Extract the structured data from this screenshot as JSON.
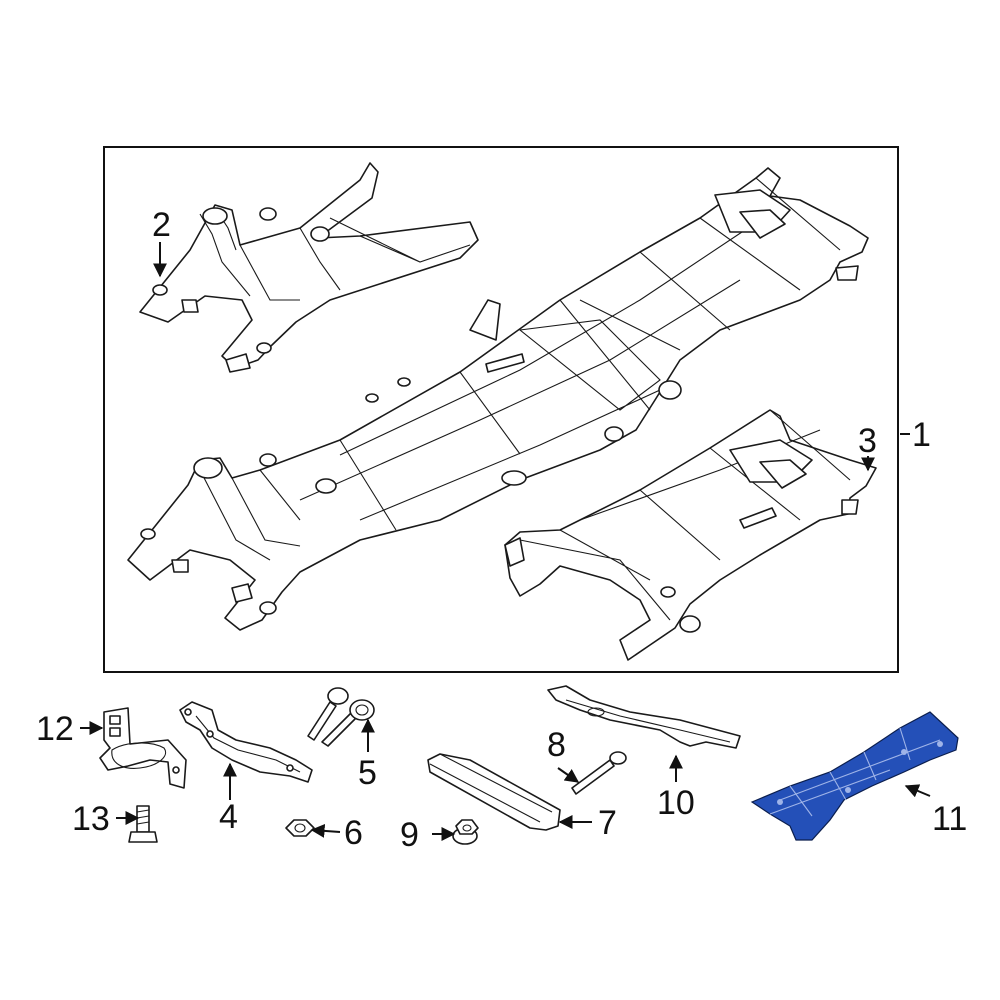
{
  "callouts": {
    "c1": "1",
    "c2": "2",
    "c3": "3",
    "c4": "4",
    "c5": "5",
    "c6": "6",
    "c7": "7",
    "c8": "8",
    "c9": "9",
    "c10": "10",
    "c11": "11",
    "c12": "12",
    "c13": "13"
  },
  "colors": {
    "highlight_part": "#2450b8",
    "line": "#1a1a1a",
    "background": "#ffffff"
  }
}
